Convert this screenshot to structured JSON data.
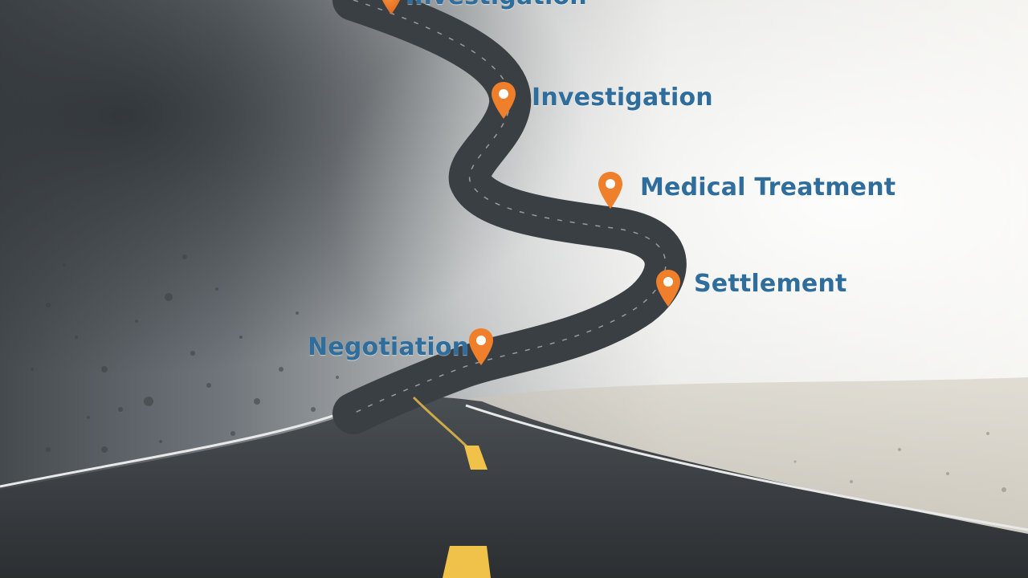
{
  "scene": {
    "kind": "winding-road-milestones",
    "milestones": [
      {
        "label": "Investigation",
        "icon": "map-pin-icon"
      },
      {
        "label": "Investigation",
        "icon": "map-pin-icon"
      },
      {
        "label": "Medical Treatment",
        "icon": "map-pin-icon"
      },
      {
        "label": "Settlement",
        "icon": "map-pin-icon"
      },
      {
        "label": "Negotiation",
        "icon": "map-pin-icon"
      }
    ]
  },
  "colors": {
    "pin": "#ef7f2a",
    "label": "#2f6e9c",
    "road": "#3c4145",
    "center_line": "#f0c24a"
  }
}
